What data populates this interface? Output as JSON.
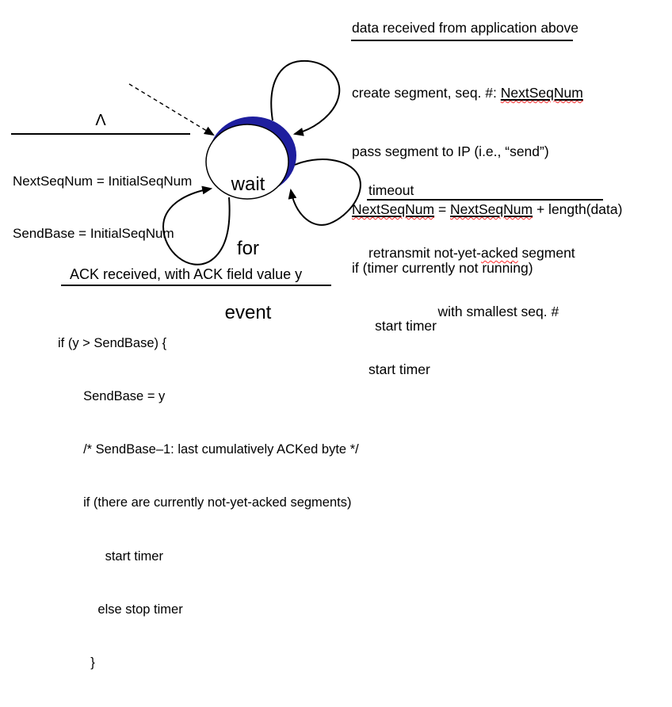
{
  "colors": {
    "navy": "#1e1e9e",
    "ink": "#000000",
    "squiggle": "#ff2a2a"
  },
  "state_circle": {
    "line1": "wait",
    "line2": "for",
    "line3": "event"
  },
  "init_transition": {
    "event": "Λ",
    "action1": "NextSeqNum = InitialSeqNum",
    "action2": "SendBase = InitialSeqNum"
  },
  "data_received": {
    "event": "data received from application above",
    "a1_pre": "create segment, seq. #: ",
    "a1_var": "NextSeqNum",
    "a2": "pass segment to IP (i.e., “send”)",
    "a3_var1": "NextSeqNum",
    "a3_mid": " = ",
    "a3_var2": "NextSeqNum",
    "a3_tail": " + length(data)",
    "a4": "if (timer currently not running)",
    "a5": "      start timer"
  },
  "timeout": {
    "event": "timeout",
    "a1_pre": "retransmit not-yet-",
    "a1_word": "acked",
    "a1_tail": " segment",
    "a2": "                  with smallest seq. #",
    "a3": "start timer"
  },
  "ack_received": {
    "event": "ACK received, with ACK field value y",
    "code": [
      "if (y > SendBase) {",
      "       SendBase = y",
      "       /* SendBase–1: last cumulatively ACKed byte */",
      "       if (there are currently not-yet-acked segments)",
      "             start timer",
      "           else stop timer",
      "         }"
    ]
  }
}
